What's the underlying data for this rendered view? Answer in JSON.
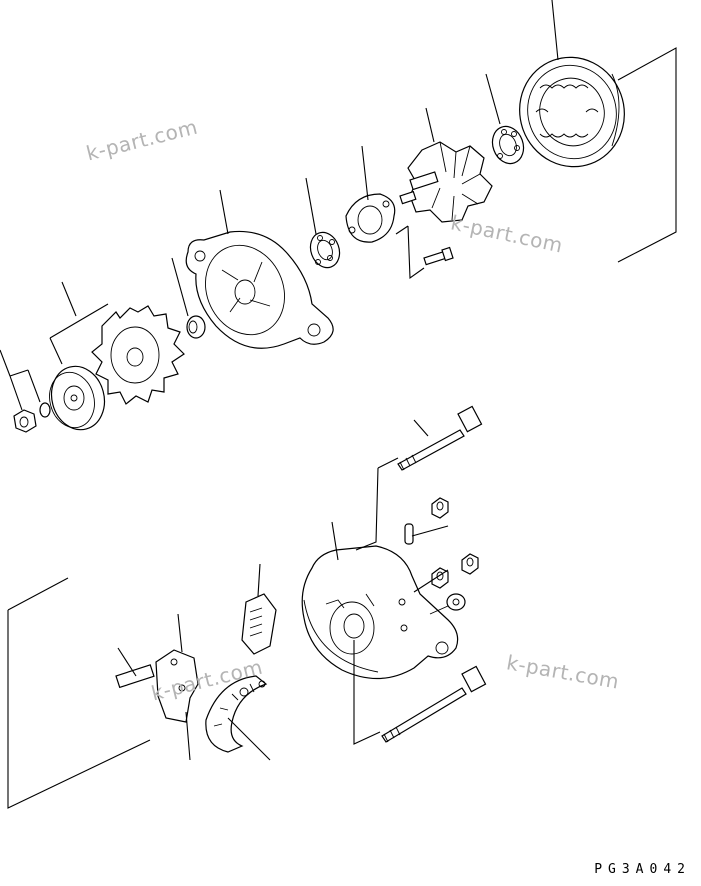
{
  "diagram": {
    "drawing_code": "PG3A042",
    "watermarks": [
      "k-part.com",
      "k-part.com",
      "k-part.com",
      "k-part.com"
    ],
    "stroke_color": "#000000",
    "watermark_color": "#b4b4b4",
    "parts": [
      {
        "name": "stator-icon"
      },
      {
        "name": "rear-bearing-icon"
      },
      {
        "name": "rotor-icon"
      },
      {
        "name": "bearing-retainer-icon"
      },
      {
        "name": "front-bearing-icon"
      },
      {
        "name": "retainer-screw-icon"
      },
      {
        "name": "front-housing-icon"
      },
      {
        "name": "spacer-collar-icon"
      },
      {
        "name": "fan-icon"
      },
      {
        "name": "pulley-icon"
      },
      {
        "name": "lock-washer-icon"
      },
      {
        "name": "pulley-nut-icon"
      },
      {
        "name": "through-bolt-icon"
      },
      {
        "name": "rear-housing-icon"
      },
      {
        "name": "terminal-nut-icon"
      },
      {
        "name": "terminal-pin-icon"
      },
      {
        "name": "brush-holder-icon"
      },
      {
        "name": "regulator-icon"
      },
      {
        "name": "rectifier-icon"
      }
    ]
  }
}
